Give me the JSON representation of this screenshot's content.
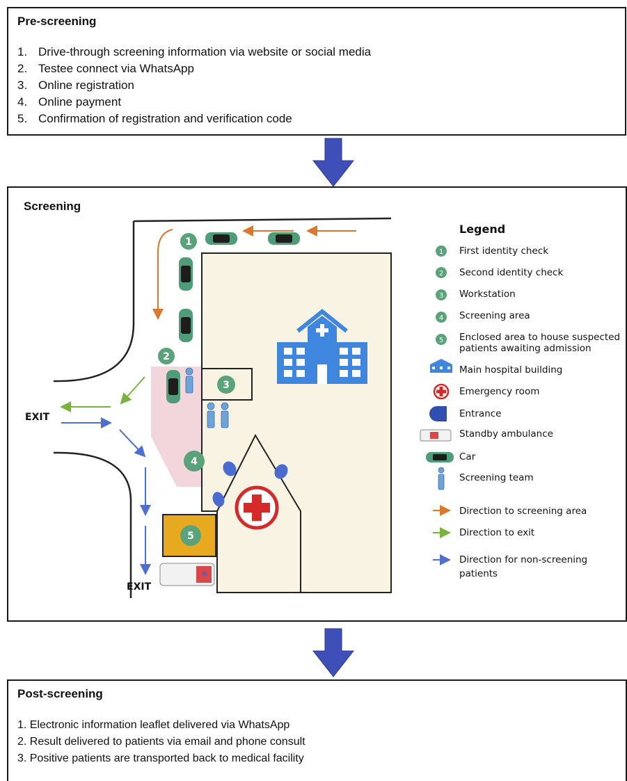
{
  "pre_screening": {
    "title": "Pre-screening",
    "items": [
      {
        "num": "1.",
        "text": "Drive-through screening information via website or social media"
      },
      {
        "num": "2.",
        "text": "Testee connect via WhatsApp"
      },
      {
        "num": "3.",
        "text": "Online registration"
      },
      {
        "num": "4.",
        "text": "Online payment"
      },
      {
        "num": "5.",
        "text": "Confirmation of registration and verification code"
      }
    ]
  },
  "screening": {
    "title": "Screening",
    "exit_left": "EXIT",
    "exit_bottom": "EXIT",
    "zone_numbers": [
      "1",
      "2",
      "3",
      "4",
      "5"
    ],
    "legend": {
      "title": "Legend",
      "items": [
        {
          "icon": "circle-1-icon",
          "num": "1",
          "label": "First identity check"
        },
        {
          "icon": "circle-2-icon",
          "num": "2",
          "label": "Second identity check"
        },
        {
          "icon": "circle-3-icon",
          "num": "3",
          "label": "Workstation"
        },
        {
          "icon": "circle-4-icon",
          "num": "4",
          "label": "Screening area"
        },
        {
          "icon": "circle-5-icon",
          "num": "5",
          "label_line1": "Enclosed area to house suspected",
          "label_line2": "patients awaiting admission"
        },
        {
          "icon": "hospital-building-icon",
          "label": "Main hospital building"
        },
        {
          "icon": "emergency-cross-icon",
          "label": "Emergency room"
        },
        {
          "icon": "entrance-icon",
          "label": "Entrance"
        },
        {
          "icon": "ambulance-icon",
          "label": "Standby ambulance"
        },
        {
          "icon": "car-icon",
          "label": "Car"
        },
        {
          "icon": "screening-team-icon",
          "label": "Screening team"
        },
        {
          "icon": "orange-arrow-icon",
          "label": "Direction to screening area"
        },
        {
          "icon": "green-arrow-icon",
          "label": "Direction to exit"
        },
        {
          "icon": "blue-arrow-icon",
          "label_line1": "Direction for non-screening",
          "label_line2": "patients"
        }
      ]
    },
    "colors": {
      "zone_green": "#5aa27a",
      "car": "#4e9d78",
      "screening_area": "#f2d6dc",
      "building_fill": "#f8f3e3",
      "hospital_blue": "#3f86de",
      "emergency_red": "#d42a2a",
      "enclosed_yellow": "#e6a91f",
      "entrance_blue": "#4a6cd1",
      "arrow_orange": "#d9782e",
      "arrow_green": "#7ab33d",
      "arrow_blue": "#4f6fd0",
      "flow_arrow": "#3e4fb7"
    }
  },
  "post_screening": {
    "title": "Post-screening",
    "items": [
      {
        "num": "1.",
        "text": "Electronic information leaflet delivered via WhatsApp"
      },
      {
        "num": "2.",
        "text": "Result delivered to patients via email and phone consult"
      },
      {
        "num": "3.",
        "text": "Positive patients are transported back to medical facility"
      }
    ]
  }
}
